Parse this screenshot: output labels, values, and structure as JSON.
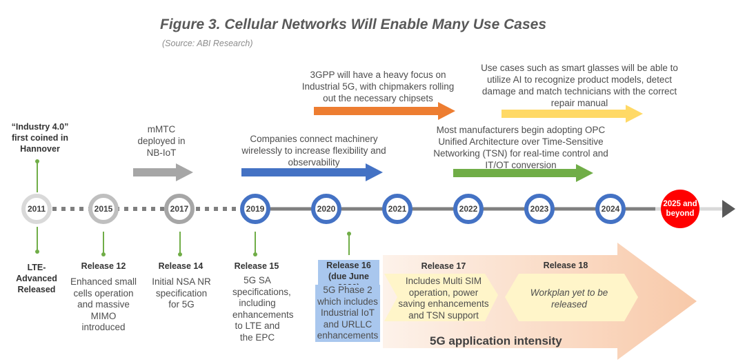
{
  "figure": {
    "title": "Figure 3. Cellular Networks Will Enable Many Use Cases",
    "source": "(Source: ABI Research)"
  },
  "timeline": {
    "years": [
      "2011",
      "2015",
      "2017",
      "2019",
      "2020",
      "2021",
      "2022",
      "2023",
      "2024"
    ],
    "final_label": "2025 and beyond"
  },
  "top_notes": {
    "industry40": "“Industry 4.0” first coined in Hannover",
    "mmtc": "mMTC deployed in NB-IoT",
    "companies": "Companies connect machinery wirelessly to increase flexibility and observability",
    "3gpp": "3GPP will have a heavy focus on Industrial 5G, with chipmakers rolling out the necessary chipsets",
    "manufacturers": "Most manufacturers begin adopting OPC Unified Architecture over Time-Sensitive Networking (TSN) for real-time control and IT/OT conversion",
    "smart_glasses": "Use cases such as smart glasses will be able to utilize AI to recognize product models, detect damage and match technicians with the correct repair manual"
  },
  "releases": {
    "lte": {
      "title": "LTE-Advanced Released"
    },
    "r12": {
      "title": "Release 12",
      "desc": "Enhanced small cells operation and massive MIMO introduced"
    },
    "r14": {
      "title": "Release 14",
      "desc": "Initial NSA NR specification for 5G"
    },
    "r15": {
      "title": "Release 15",
      "desc": "5G SA specifications, including enhancements to LTE and the EPC"
    },
    "r16": {
      "title": "Release 16 (due June 2020)",
      "desc": "5G Phase 2 which includes Industrial IoT and URLLC enhancements"
    },
    "r17": {
      "title": "Release 17",
      "desc": "Includes Multi SIM operation, power saving enhancements and TSN support"
    },
    "r18": {
      "title": "Release 18",
      "desc": "Workplan yet to be released"
    }
  },
  "intensity_label": "5G application intensity",
  "colors": {
    "blue": "#4472c4",
    "grey": "#a6a6a6",
    "green": "#70ad47",
    "orange": "#ed7d31",
    "yellow": "#ffd966",
    "red": "#ff0000"
  }
}
